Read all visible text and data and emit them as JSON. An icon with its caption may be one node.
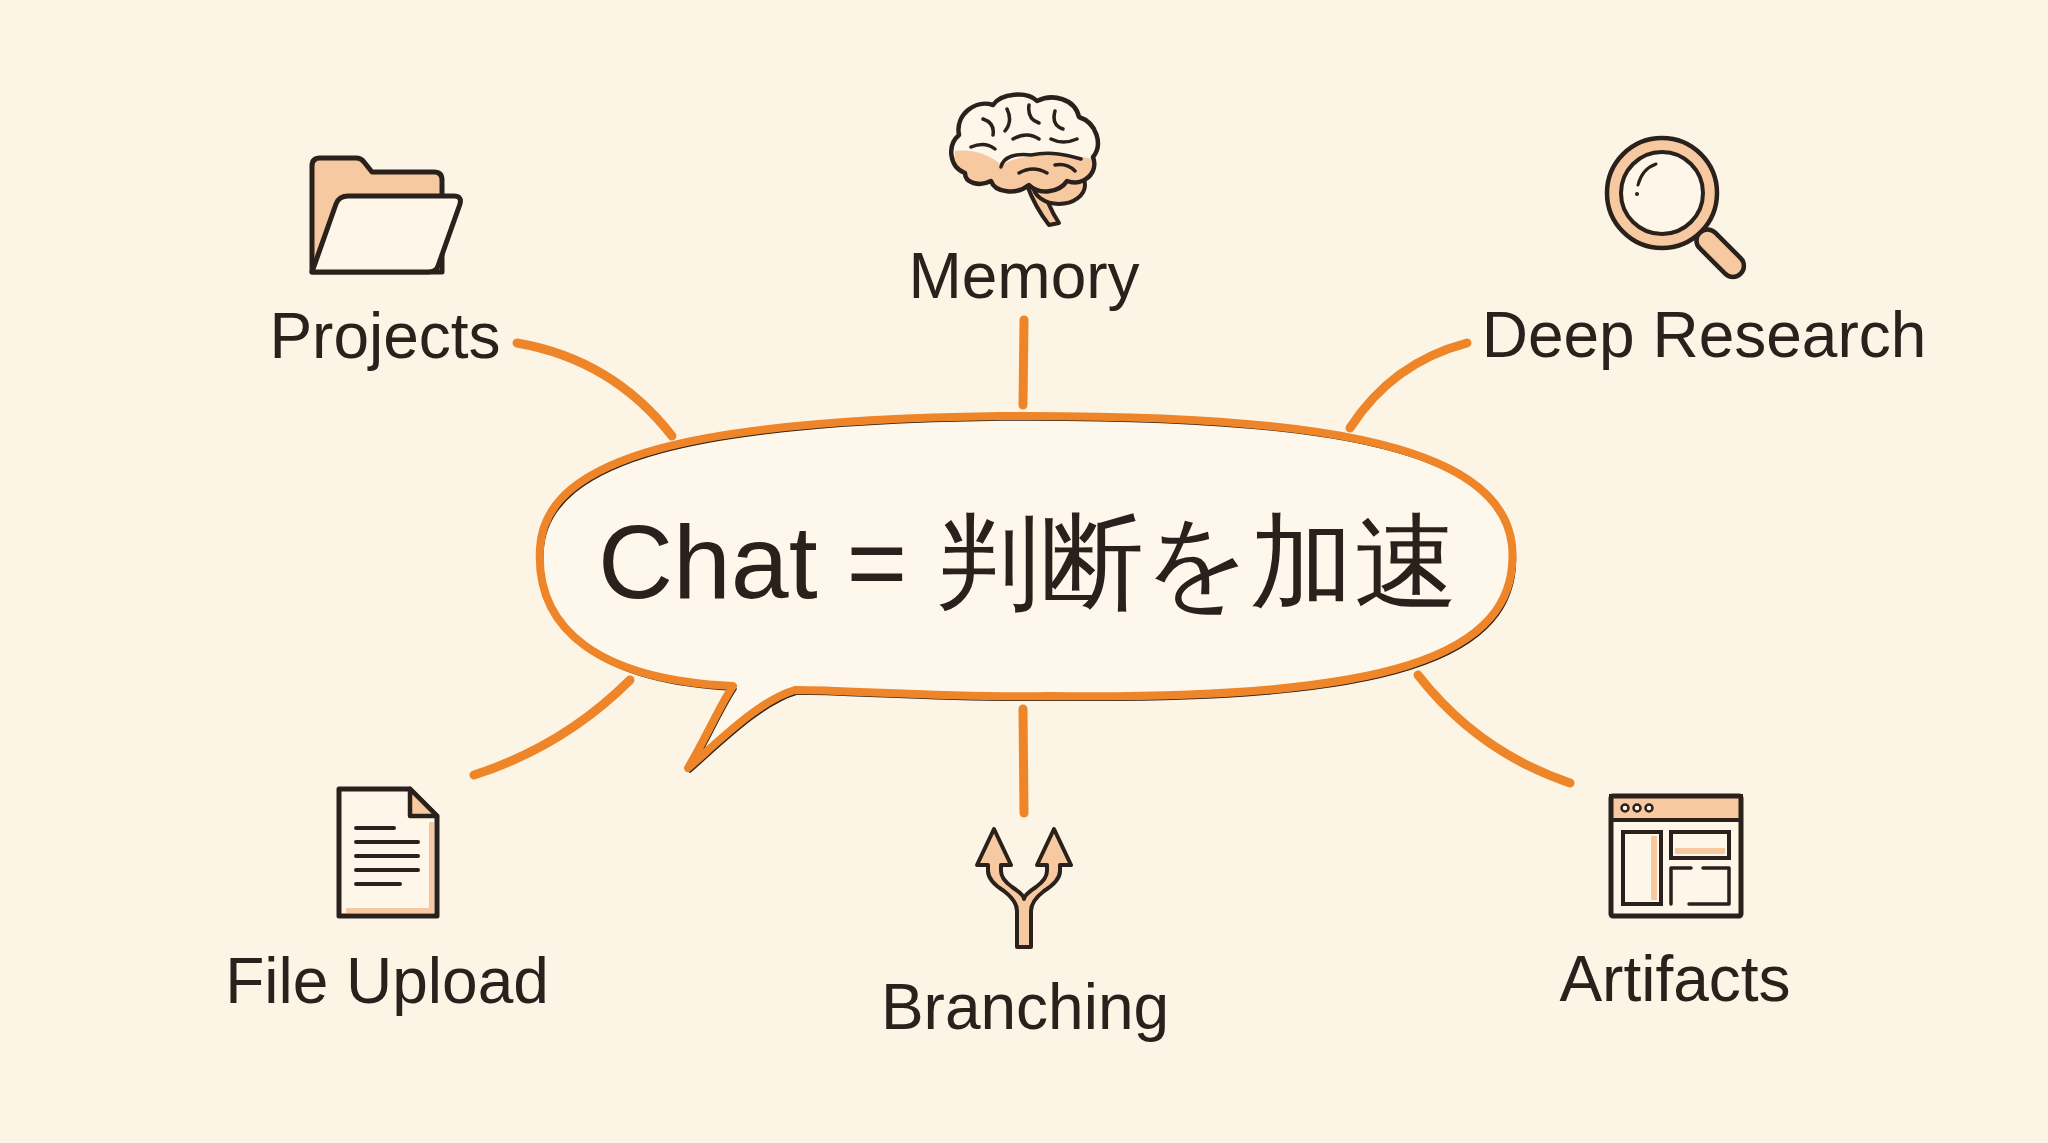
{
  "diagram": {
    "nodes": [
      {
        "text": [
          "Projects"
        ]
      },
      {
        "text": [
          "Memory"
        ]
      },
      {
        "text": [
          "Deep Research"
        ]
      },
      {
        "text": [
          "Chat = 判断を加速"
        ]
      },
      {
        "text": [
          "File Upload"
        ]
      },
      {
        "text": [
          "Branching"
        ]
      },
      {
        "text": [
          "Artifacts"
        ]
      }
    ],
    "edges": [
      {
        "from": 0,
        "to": 3,
        "arrow": "none"
      },
      {
        "from": 1,
        "to": 3,
        "arrow": "none"
      },
      {
        "from": 2,
        "to": 3,
        "arrow": "none"
      },
      {
        "from": 4,
        "to": 3,
        "arrow": "none"
      },
      {
        "from": 5,
        "to": 3,
        "arrow": "none"
      },
      {
        "from": 6,
        "to": 3,
        "arrow": "none"
      }
    ]
  }
}
